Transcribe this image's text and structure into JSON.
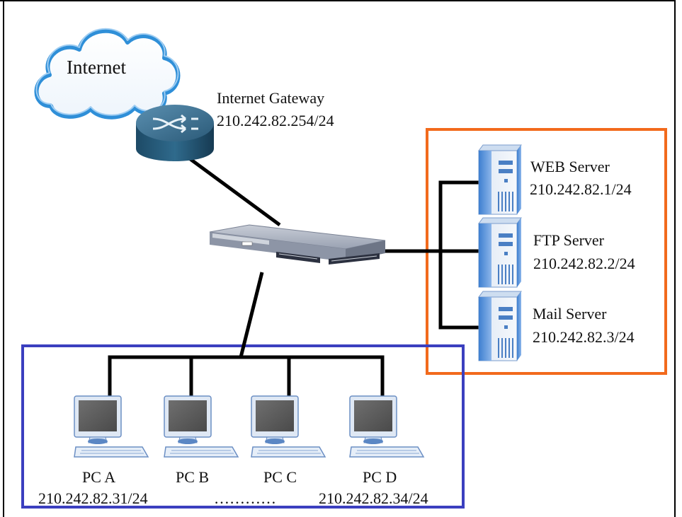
{
  "internet": {
    "label": "Internet"
  },
  "gateway": {
    "name": "Internet Gateway",
    "ip": "210.242.82.254/24"
  },
  "servers": [
    {
      "name": "WEB Server",
      "ip": "210.242.82.1/24"
    },
    {
      "name": "FTP Server",
      "ip": "210.242.82.2/24"
    },
    {
      "name": "Mail Server",
      "ip": "210.242.82.3/24"
    }
  ],
  "pcs": [
    {
      "name": "PC A"
    },
    {
      "name": "PC B"
    },
    {
      "name": "PC C"
    },
    {
      "name": "PC D"
    }
  ],
  "pc_ip_range": {
    "first": "210.242.82.31/24",
    "ellipsis": "…………",
    "last": "210.242.82.34/24"
  },
  "colors": {
    "server_group": "#f26a1c",
    "pc_group": "#3b3fbf",
    "cable": "#000000",
    "cloud_edge": "#2f8fd8"
  }
}
